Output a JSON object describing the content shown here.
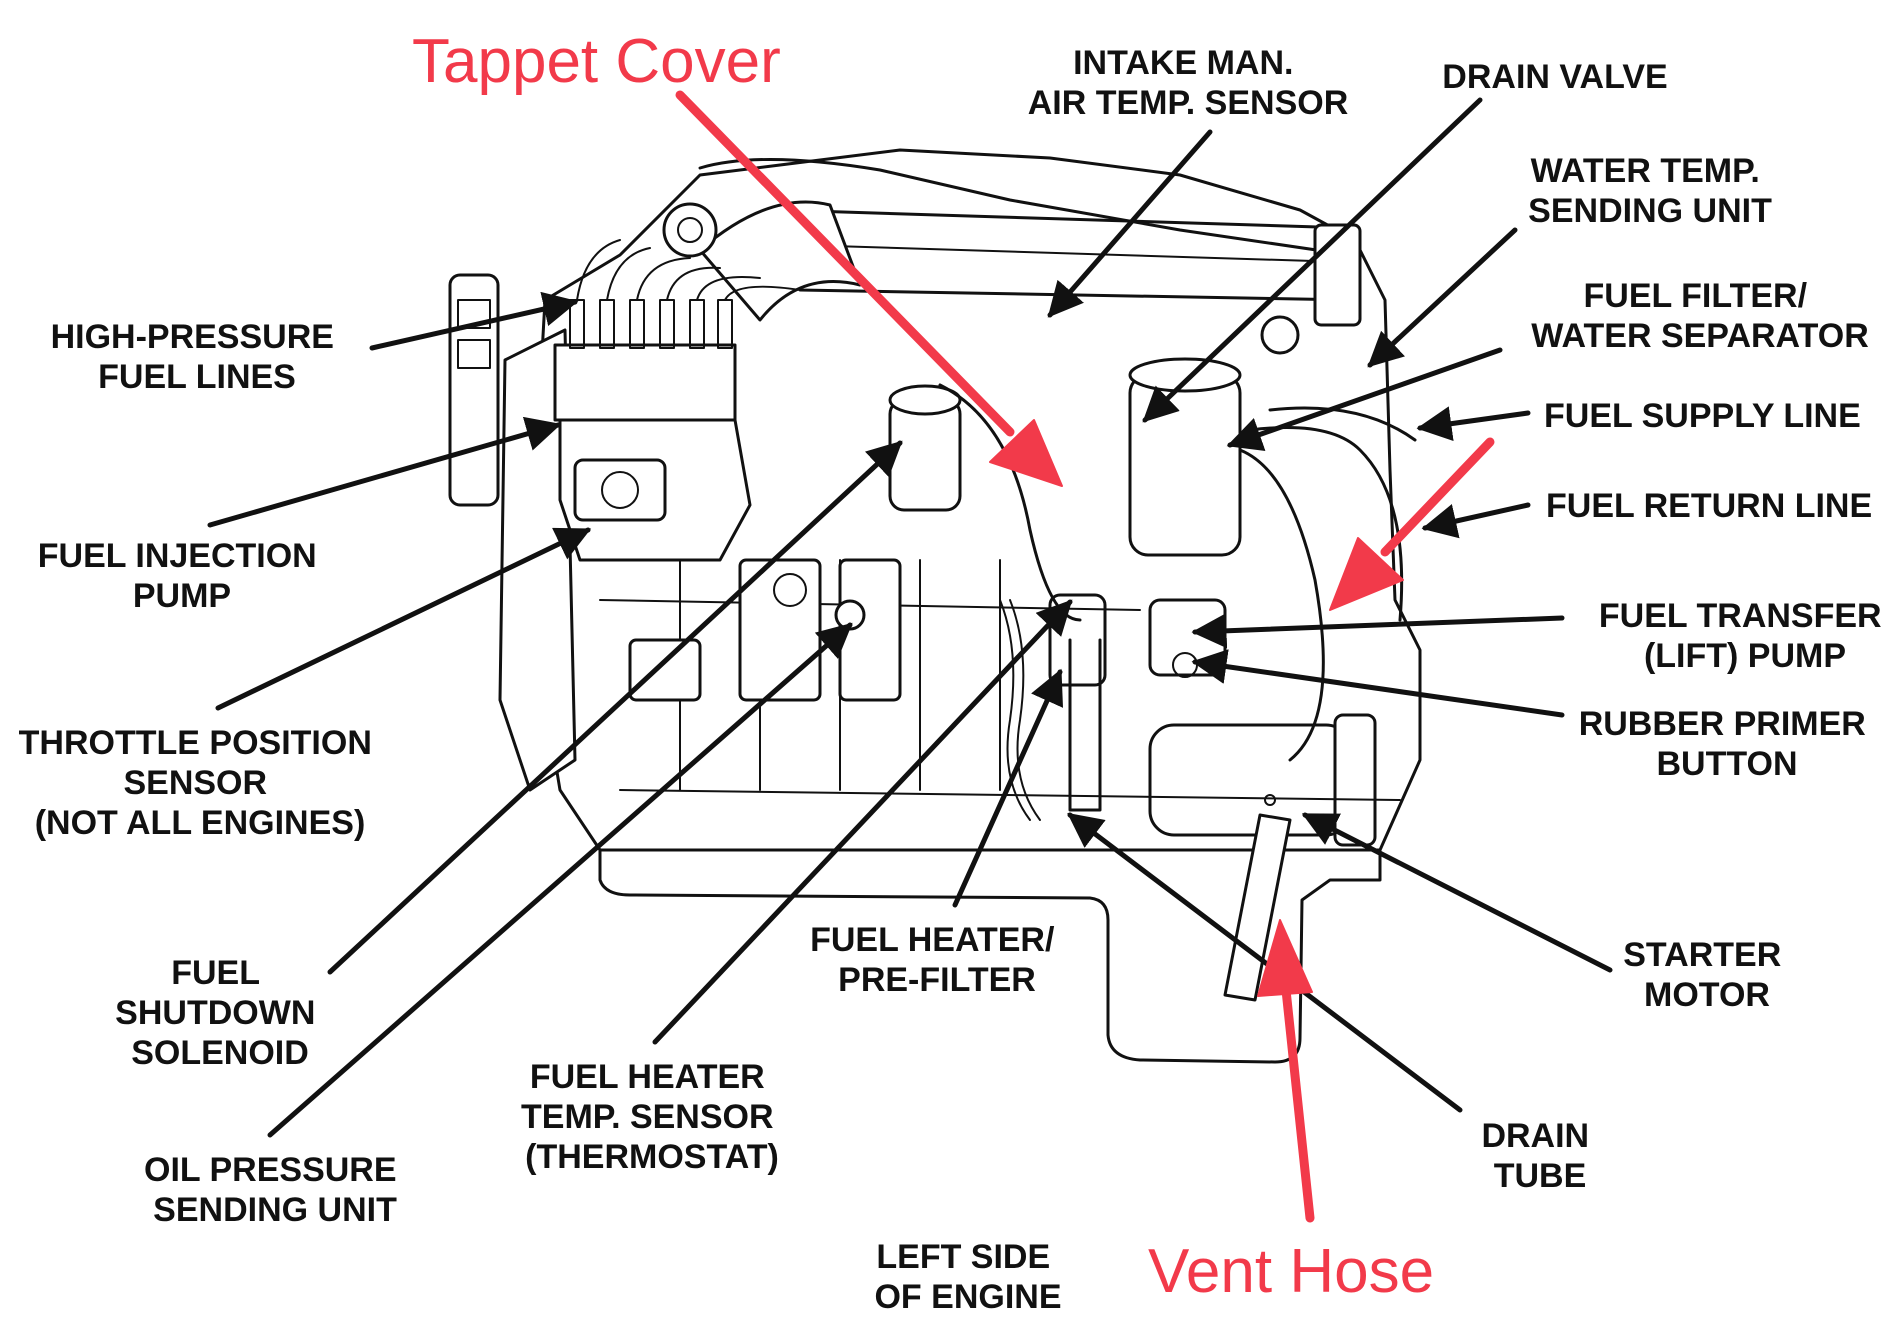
{
  "colors": {
    "ink": "#111111",
    "annotation": "#f23a4a",
    "background": "#ffffff"
  },
  "labels": {
    "intake_air_temp": [
      "INTAKE MAN.",
      "AIR TEMP. SENSOR"
    ],
    "drain_valve": [
      "DRAIN VALVE"
    ],
    "water_temp": [
      "WATER TEMP.",
      "SENDING UNIT"
    ],
    "fuel_filter": [
      "FUEL FILTER/",
      "WATER SEPARATOR"
    ],
    "fuel_supply": [
      "FUEL SUPPLY LINE"
    ],
    "fuel_return": [
      "FUEL RETURN LINE"
    ],
    "fuel_transfer": [
      "FUEL TRANSFER",
      "(LIFT) PUMP"
    ],
    "rubber_primer": [
      "RUBBER PRIMER",
      "BUTTON"
    ],
    "starter_motor": [
      "STARTER",
      "MOTOR"
    ],
    "drain_tube": [
      "DRAIN",
      "TUBE"
    ],
    "high_pressure": [
      "HIGH-PRESSURE",
      "FUEL LINES"
    ],
    "injection_pump": [
      "FUEL INJECTION",
      "PUMP"
    ],
    "throttle_position": [
      "THROTTLE POSITION",
      "SENSOR",
      "(NOT ALL ENGINES)"
    ],
    "fuel_shutdown": [
      "FUEL",
      "SHUTDOWN",
      "SOLENOID"
    ],
    "oil_pressure": [
      "OIL PRESSURE",
      "SENDING UNIT"
    ],
    "fuel_heater_temp": [
      "FUEL HEATER",
      "TEMP. SENSOR",
      "(THERMOSTAT)"
    ],
    "fuel_heater_prefilter": [
      "FUEL HEATER/",
      "PRE-FILTER"
    ],
    "left_side": [
      "LEFT SIDE",
      "OF ENGINE"
    ]
  },
  "annotations": {
    "tappet_cover": "Tappet Cover",
    "vent_hose": "Vent Hose"
  }
}
